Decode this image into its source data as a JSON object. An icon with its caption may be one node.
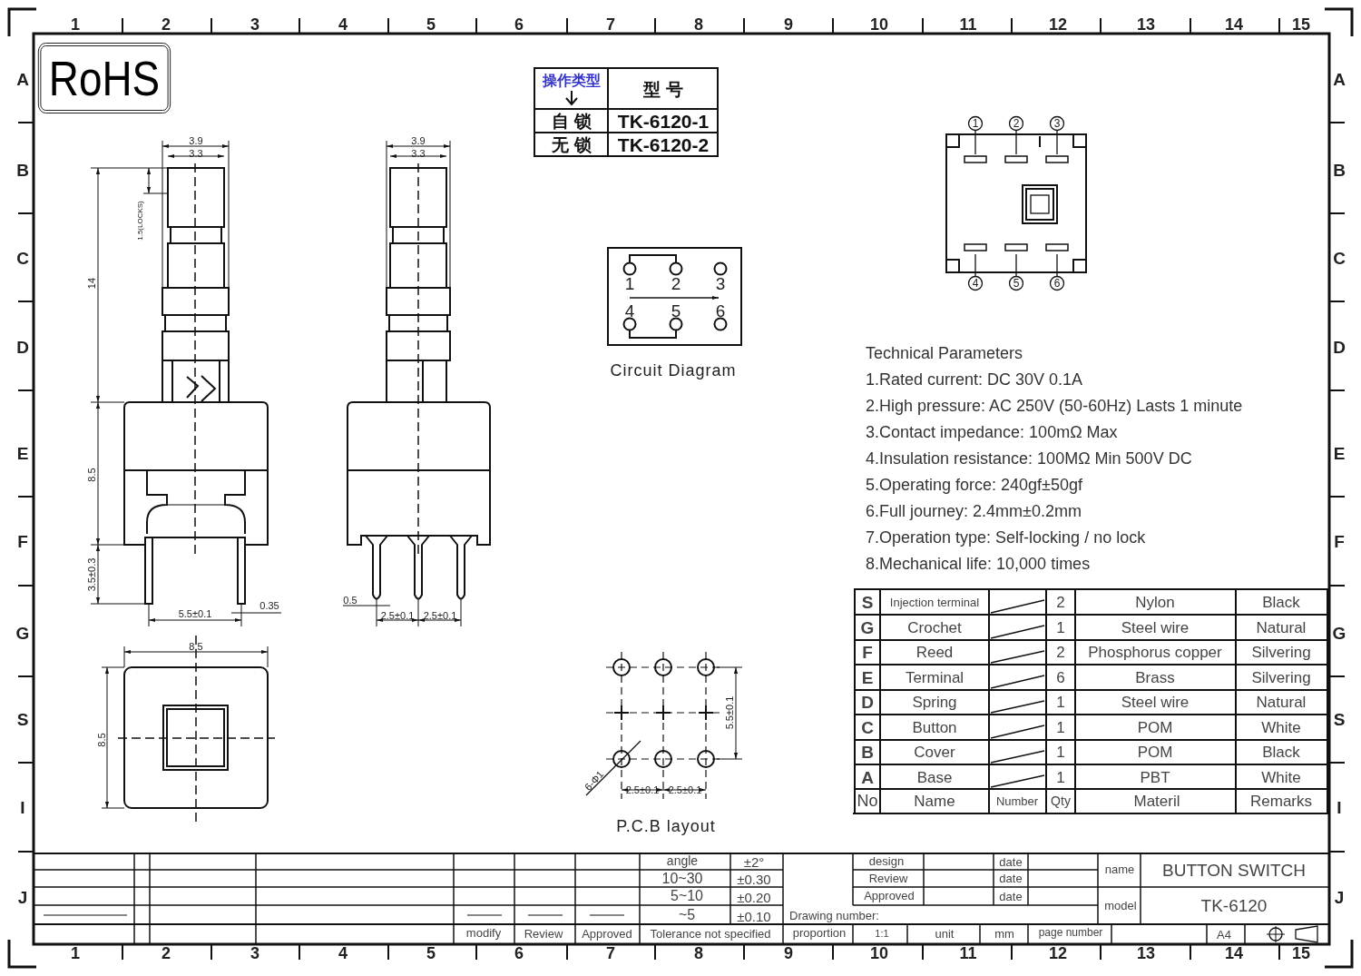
{
  "diagram": {
    "labels": [
      "1",
      "2",
      "3",
      "4",
      "5",
      "6",
      "7",
      "8",
      "9",
      "10",
      "11",
      "12",
      "13",
      "14",
      "15",
      "A",
      "B",
      "C",
      "D",
      "E",
      "F",
      "G",
      "S",
      "I",
      "J",
      "A",
      "B",
      "C",
      "D",
      "E",
      "F",
      "G",
      "S",
      "I",
      "J",
      "1",
      "2",
      "3",
      "4",
      "5",
      "6",
      "7",
      "8",
      "9",
      "10",
      "11",
      "12",
      "13",
      "14",
      "15",
      "RoHS",
      "操作类型",
      "型 号",
      "自 锁",
      "TK-6120-1",
      "无 锁",
      "TK-6120-2",
      "3.9",
      "3.3",
      "1.5(LOCKS)",
      "14",
      "8.5",
      "3.5±0.3",
      "5.5±0.1",
      "0.35",
      "3.9",
      "3.3",
      "0.5",
      "2.5±0.1",
      "2.5±0.1",
      "8.5",
      "8.5",
      "1",
      "2",
      "3",
      "4",
      "5",
      "6",
      "Circuit Diagram",
      "5.5±0.1",
      "6-Φ1",
      "2.5±0.1",
      "2.5±0.1",
      "P.C.B layout",
      "1",
      "2",
      "3",
      "4",
      "5",
      "6",
      "Technical Parameters",
      "1.Rated current: DC 30V 0.1A",
      "2.High pressure: AC 250V (50-60Hz) Lasts 1 minute",
      "3.Contact impedance: 100mΩ Max",
      "4.Insulation resistance: 100MΩ Min 500V DC",
      "5.Operating force: 240gf±50gf",
      "6.Full journey: 2.4mm±0.2mm",
      "7.Operation type: Self-locking / no lock",
      "8.Mechanical life: 10,000 times",
      "S",
      "Injection terminal",
      "2",
      "Nylon",
      "Black",
      "G",
      "Crochet",
      "1",
      "Steel wire",
      "Natural",
      "F",
      "Reed",
      "2",
      "Phosphorus copper",
      "Silvering",
      "E",
      "Terminal",
      "6",
      "Brass",
      "Silvering",
      "D",
      "Spring",
      "1",
      "Steel wire",
      "Natural",
      "C",
      "Button",
      "1",
      "POM",
      "White",
      "B",
      "Cover",
      "1",
      "POM",
      "Black",
      "A",
      "Base",
      "1",
      "PBT",
      "White",
      "No",
      "Name",
      "Number",
      "Qty",
      "Materil",
      "Remarks",
      "angle",
      "±2°",
      "design",
      "date",
      "name",
      "BUTTON SWITCH",
      "10~30",
      "±0.30",
      "Review",
      "date",
      "5~10",
      "±0.20",
      "Approved",
      "date",
      "model",
      "TK-6120",
      "~5",
      "±0.10",
      "Drawing number:",
      "modify",
      "Review",
      "Approved",
      "Tolerance not specified",
      "proportion",
      "1:1",
      "unit",
      "mm",
      "page number",
      "A4"
    ]
  }
}
